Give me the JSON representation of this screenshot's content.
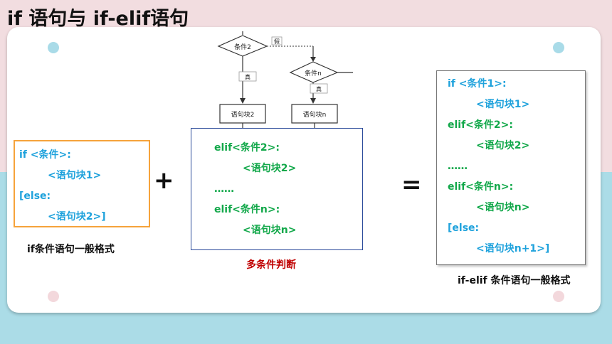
{
  "slide": {
    "title": "if 语句与 if-elif语句"
  },
  "flowchart": {
    "cond2": "条件2",
    "false_label": "假",
    "condn": "条件n",
    "true_label_1": "真",
    "true_label_2": "真",
    "block2": "语句块2",
    "blockn": "语句块n"
  },
  "left_box": {
    "lines": [
      "if <条件>:",
      "<语句块1>",
      "[else:",
      "<语句块2>]"
    ],
    "caption": "if条件语句一般格式"
  },
  "plus": "+",
  "equals": "=",
  "mid_box": {
    "lines": [
      "elif<条件2>:",
      "<语句块2>",
      "……",
      "elif<条件n>:",
      "<语句块n>"
    ],
    "caption": "多条件判断"
  },
  "right_box": {
    "lines": [
      "if <条件1>:",
      "<语句块1>",
      "elif<条件2>:",
      "<语句块2>",
      "……",
      "elif<条件n>:",
      "<语句块n>",
      "[else:",
      "<语句块n+1>]"
    ],
    "caption": "if-elif 条件语句一般格式"
  },
  "colors": {
    "keyword_blue": "#1fa2dc",
    "keyword_green": "#12a84a",
    "left_border": "#f6a33b",
    "mid_border": "#2b4a9a",
    "caption_red": "#c00000",
    "bg_top": "#f2dde0",
    "bg_bottom": "#abdce7"
  }
}
